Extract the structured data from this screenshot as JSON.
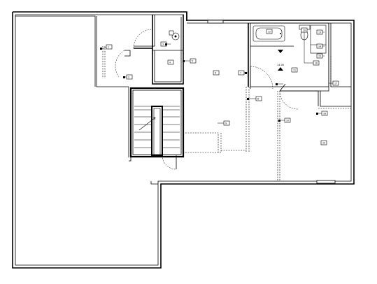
{
  "plan": {
    "tags": [
      {
        "id": "t1",
        "label": "1"
      },
      {
        "id": "t2",
        "label": "2"
      },
      {
        "id": "t3",
        "label": "3"
      },
      {
        "id": "t4",
        "label": "4"
      },
      {
        "id": "t5",
        "label": "5"
      },
      {
        "id": "t6",
        "label": "6"
      },
      {
        "id": "t7",
        "label": "7"
      },
      {
        "id": "t8",
        "label": "8"
      },
      {
        "id": "t9",
        "label": "9"
      },
      {
        "id": "t10",
        "label": "10"
      },
      {
        "id": "t11",
        "label": "11"
      },
      {
        "id": "t12",
        "label": "12"
      },
      {
        "id": "t13",
        "label": "13"
      },
      {
        "id": "t14",
        "label": "14"
      },
      {
        "id": "t15",
        "label": "15"
      },
      {
        "id": "t16",
        "label": "16"
      },
      {
        "id": "t17",
        "label": "17"
      },
      {
        "id": "t18",
        "label": "18"
      },
      {
        "id": "t19",
        "label": "19"
      },
      {
        "id": "t20",
        "label": "20"
      }
    ],
    "callout_label": "14.00"
  }
}
